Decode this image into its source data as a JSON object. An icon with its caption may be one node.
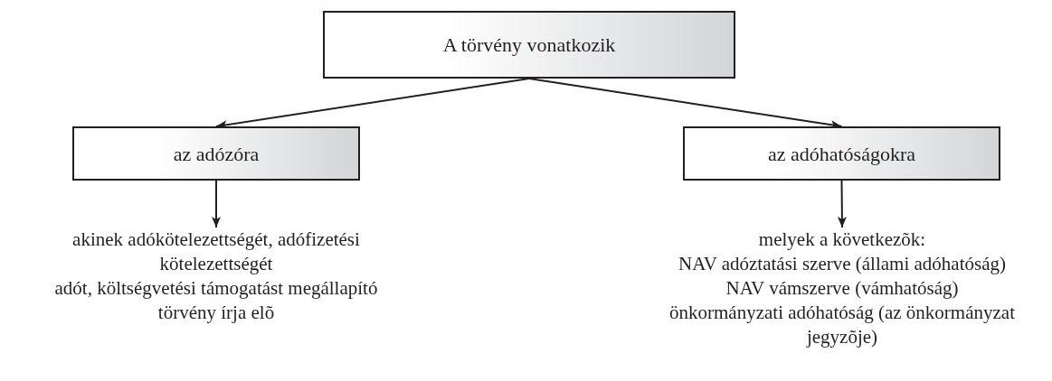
{
  "diagram": {
    "nodes": [
      {
        "text": [
          "A törvény vonatkozik"
        ]
      },
      {
        "text": [
          "az adózóra"
        ]
      },
      {
        "text": [
          "az adóhatóságokra"
        ]
      },
      {
        "text": [
          "akinek adókötelezettségét, adófizetési kötelezettségét",
          "adót, költségvetési támogatást megállapító törvény írja elõ"
        ]
      },
      {
        "text": [
          "melyek a következõk:",
          "NAV adóztatási szerve (állami adóhatóság)",
          "NAV vámszerve (vámhatóság)",
          "önkormányzati adóhatóság (az önkormányzat jegyzõje)"
        ]
      }
    ],
    "edges": [
      {
        "from": 0,
        "to": 1,
        "arrow": "to"
      },
      {
        "from": 0,
        "to": 2,
        "arrow": "to"
      },
      {
        "from": 1,
        "to": 3,
        "arrow": "to"
      },
      {
        "from": 2,
        "to": 4,
        "arrow": "to"
      }
    ]
  }
}
